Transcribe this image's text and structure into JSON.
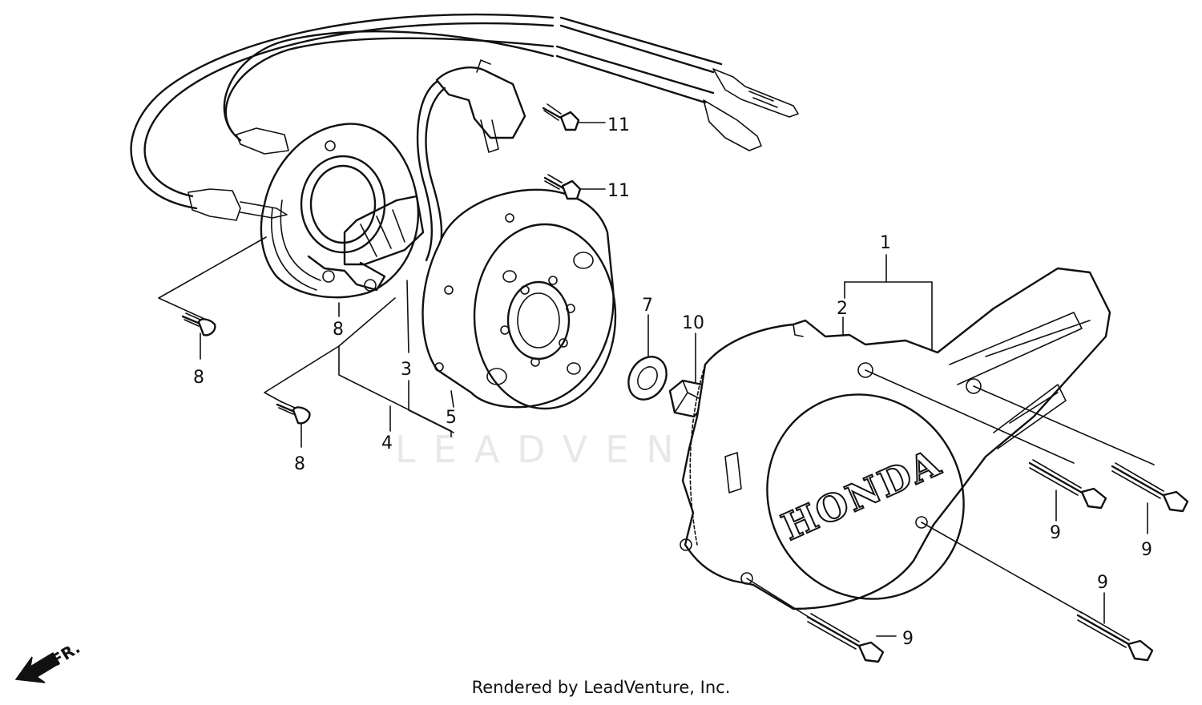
{
  "watermark": "LEADVENTURE",
  "caption": "Rendered by LeadVenture, Inc.",
  "direction_label": "FR.",
  "cover_logo": "HONDA",
  "callouts": {
    "c1": "1",
    "c2": "2",
    "c3": "3",
    "c4": "4",
    "c5": "5",
    "c7": "7",
    "c8a": "8",
    "c8b": "8",
    "c8c": "8",
    "c9a": "9",
    "c9b": "9",
    "c9c": "9",
    "c9d": "9",
    "c10": "10",
    "c11a": "11",
    "c11b": "11"
  }
}
